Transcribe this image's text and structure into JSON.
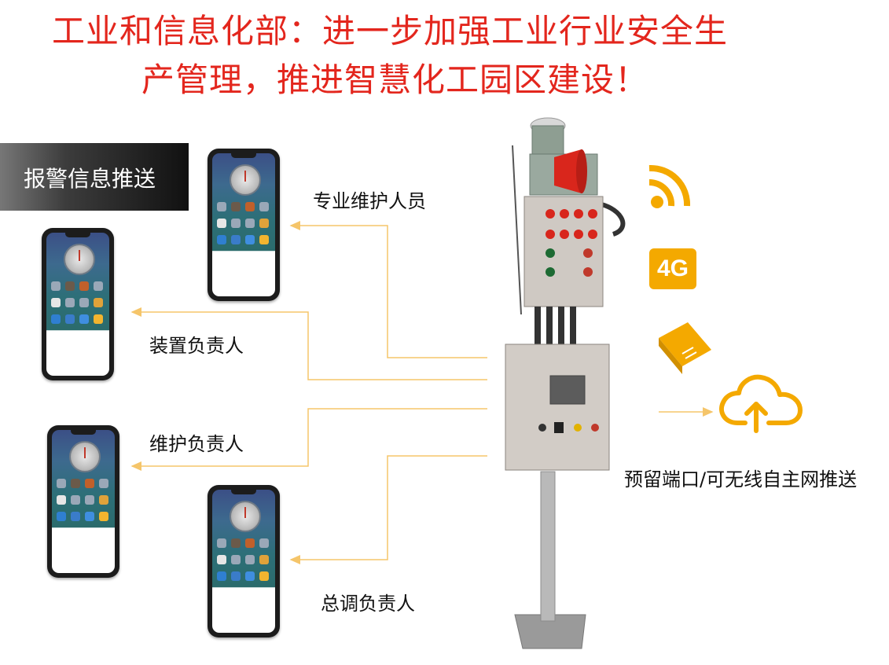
{
  "header": {
    "line1": "工业和信息化部：进一步加强工业行业安全生",
    "line2": "产管理，推进智慧化工园区建设！"
  },
  "banner": {
    "label": "报警信息推送"
  },
  "recipients": [
    {
      "label": "专业维护人员"
    },
    {
      "label": "装置负责人"
    },
    {
      "label": "维护负责人"
    },
    {
      "label": "总调负责人"
    }
  ],
  "connectivity": {
    "badge_4g": "4G",
    "port_note": "预留端口/可无线自主网推送"
  },
  "colors": {
    "title": "#e3261d",
    "accent": "#f4a900",
    "arrow": "#f5c56a"
  },
  "icons": [
    "wifi-icon",
    "4g-icon",
    "ethernet-port-icon",
    "cloud-upload-icon"
  ]
}
